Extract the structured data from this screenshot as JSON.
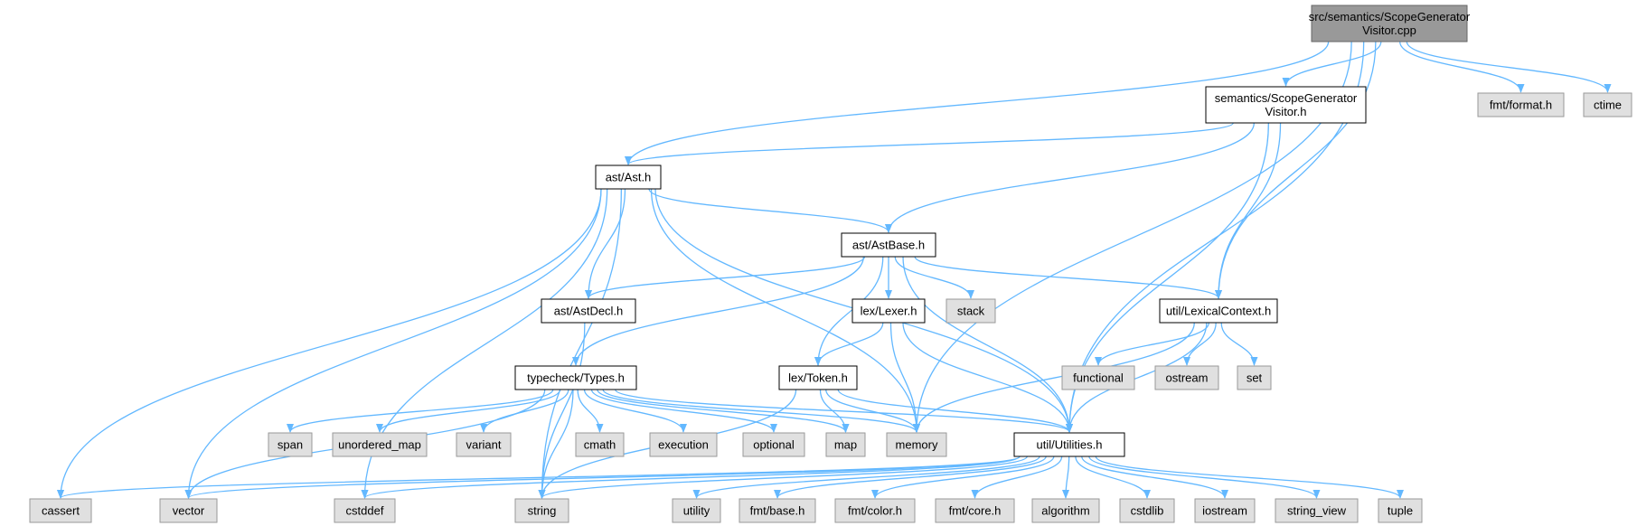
{
  "colors": {
    "edge": "#63b8ff",
    "root_fill": "#999999",
    "root_stroke": "#666666",
    "project_fill": "#ffffff",
    "project_stroke": "#000000",
    "system_fill": "#e0e0e0",
    "system_stroke": "#999999"
  },
  "nodes": [
    {
      "id": "root",
      "kind": "root",
      "lines": [
        "src/semantics/ScopeGenerator",
        "Visitor.cpp"
      ]
    },
    {
      "id": "sgv_h",
      "kind": "project",
      "lines": [
        "semantics/ScopeGenerator",
        "Visitor.h"
      ]
    },
    {
      "id": "fmt_format",
      "kind": "system",
      "lines": [
        "fmt/format.h"
      ]
    },
    {
      "id": "ctime",
      "kind": "system",
      "lines": [
        "ctime"
      ]
    },
    {
      "id": "ast_h",
      "kind": "project",
      "lines": [
        "ast/Ast.h"
      ]
    },
    {
      "id": "astbase",
      "kind": "project",
      "lines": [
        "ast/AstBase.h"
      ]
    },
    {
      "id": "astdecl",
      "kind": "project",
      "lines": [
        "ast/AstDecl.h"
      ]
    },
    {
      "id": "lexer",
      "kind": "project",
      "lines": [
        "lex/Lexer.h"
      ]
    },
    {
      "id": "stack",
      "kind": "system",
      "lines": [
        "stack"
      ]
    },
    {
      "id": "lexctx",
      "kind": "project",
      "lines": [
        "util/LexicalContext.h"
      ]
    },
    {
      "id": "types",
      "kind": "project",
      "lines": [
        "typecheck/Types.h"
      ]
    },
    {
      "id": "token",
      "kind": "project",
      "lines": [
        "lex/Token.h"
      ]
    },
    {
      "id": "functional",
      "kind": "system",
      "lines": [
        "functional"
      ]
    },
    {
      "id": "ostream",
      "kind": "system",
      "lines": [
        "ostream"
      ]
    },
    {
      "id": "set",
      "kind": "system",
      "lines": [
        "set"
      ]
    },
    {
      "id": "span",
      "kind": "system",
      "lines": [
        "span"
      ]
    },
    {
      "id": "unordered_map",
      "kind": "system",
      "lines": [
        "unordered_map"
      ]
    },
    {
      "id": "variant",
      "kind": "system",
      "lines": [
        "variant"
      ]
    },
    {
      "id": "cmath",
      "kind": "system",
      "lines": [
        "cmath"
      ]
    },
    {
      "id": "execution",
      "kind": "system",
      "lines": [
        "execution"
      ]
    },
    {
      "id": "optional",
      "kind": "system",
      "lines": [
        "optional"
      ]
    },
    {
      "id": "map",
      "kind": "system",
      "lines": [
        "map"
      ]
    },
    {
      "id": "memory",
      "kind": "system",
      "lines": [
        "memory"
      ]
    },
    {
      "id": "utilities",
      "kind": "project",
      "lines": [
        "util/Utilities.h"
      ]
    },
    {
      "id": "cassert",
      "kind": "system",
      "lines": [
        "cassert"
      ]
    },
    {
      "id": "vector",
      "kind": "system",
      "lines": [
        "vector"
      ]
    },
    {
      "id": "cstddef",
      "kind": "system",
      "lines": [
        "cstddef"
      ]
    },
    {
      "id": "string",
      "kind": "system",
      "lines": [
        "string"
      ]
    },
    {
      "id": "utility",
      "kind": "system",
      "lines": [
        "utility"
      ]
    },
    {
      "id": "fmt_base",
      "kind": "system",
      "lines": [
        "fmt/base.h"
      ]
    },
    {
      "id": "fmt_color",
      "kind": "system",
      "lines": [
        "fmt/color.h"
      ]
    },
    {
      "id": "fmt_core",
      "kind": "system",
      "lines": [
        "fmt/core.h"
      ]
    },
    {
      "id": "algorithm",
      "kind": "system",
      "lines": [
        "algorithm"
      ]
    },
    {
      "id": "cstdlib",
      "kind": "system",
      "lines": [
        "cstdlib"
      ]
    },
    {
      "id": "iostream",
      "kind": "system",
      "lines": [
        "iostream"
      ]
    },
    {
      "id": "string_view",
      "kind": "system",
      "lines": [
        "string_view"
      ]
    },
    {
      "id": "tuple",
      "kind": "system",
      "lines": [
        "tuple"
      ]
    }
  ],
  "edges": [
    [
      "root",
      "sgv_h"
    ],
    [
      "root",
      "fmt_format"
    ],
    [
      "root",
      "ctime"
    ],
    [
      "root",
      "ast_h"
    ],
    [
      "root",
      "memory"
    ],
    [
      "root",
      "lexctx"
    ],
    [
      "root",
      "utilities"
    ],
    [
      "sgv_h",
      "ast_h"
    ],
    [
      "sgv_h",
      "astbase"
    ],
    [
      "sgv_h",
      "lexctx"
    ],
    [
      "sgv_h",
      "utilities"
    ],
    [
      "ast_h",
      "astbase"
    ],
    [
      "ast_h",
      "astdecl"
    ],
    [
      "ast_h",
      "memory"
    ],
    [
      "ast_h",
      "utilities"
    ],
    [
      "ast_h",
      "cassert"
    ],
    [
      "ast_h",
      "vector"
    ],
    [
      "ast_h",
      "cstddef"
    ],
    [
      "ast_h",
      "string"
    ],
    [
      "astbase",
      "astdecl"
    ],
    [
      "astbase",
      "types"
    ],
    [
      "astbase",
      "lexer"
    ],
    [
      "astbase",
      "token"
    ],
    [
      "astbase",
      "stack"
    ],
    [
      "astbase",
      "lexctx"
    ],
    [
      "astbase",
      "utilities"
    ],
    [
      "astdecl",
      "string"
    ],
    [
      "lexer",
      "token"
    ],
    [
      "lexer",
      "memory"
    ],
    [
      "lexer",
      "utilities"
    ],
    [
      "lexctx",
      "functional"
    ],
    [
      "lexctx",
      "ostream"
    ],
    [
      "lexctx",
      "set"
    ],
    [
      "lexctx",
      "memory"
    ],
    [
      "lexctx",
      "utilities"
    ],
    [
      "types",
      "span"
    ],
    [
      "types",
      "unordered_map"
    ],
    [
      "types",
      "variant"
    ],
    [
      "types",
      "cmath"
    ],
    [
      "types",
      "execution"
    ],
    [
      "types",
      "optional"
    ],
    [
      "types",
      "map"
    ],
    [
      "types",
      "memory"
    ],
    [
      "types",
      "utilities"
    ],
    [
      "types",
      "vector"
    ],
    [
      "types",
      "string"
    ],
    [
      "token",
      "map"
    ],
    [
      "token",
      "memory"
    ],
    [
      "token",
      "utilities"
    ],
    [
      "token",
      "string"
    ],
    [
      "utilities",
      "cassert"
    ],
    [
      "utilities",
      "vector"
    ],
    [
      "utilities",
      "cstddef"
    ],
    [
      "utilities",
      "string"
    ],
    [
      "utilities",
      "utility"
    ],
    [
      "utilities",
      "fmt_base"
    ],
    [
      "utilities",
      "fmt_color"
    ],
    [
      "utilities",
      "fmt_core"
    ],
    [
      "utilities",
      "algorithm"
    ],
    [
      "utilities",
      "cstdlib"
    ],
    [
      "utilities",
      "iostream"
    ],
    [
      "utilities",
      "string_view"
    ],
    [
      "utilities",
      "tuple"
    ]
  ]
}
